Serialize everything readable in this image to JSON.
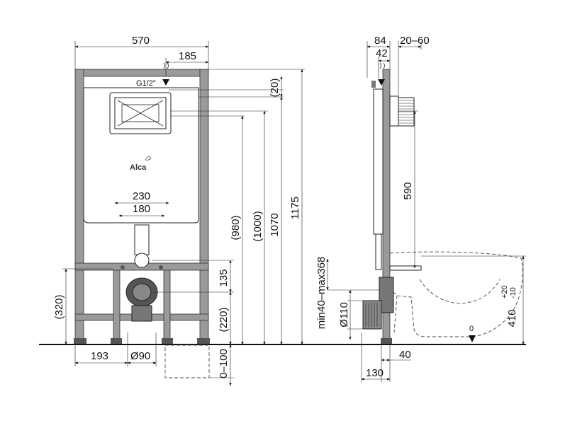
{
  "front_view": {
    "width_570": "570",
    "offset_185": "185",
    "inlet_label": "G1/2\"",
    "dim_20": "(20)",
    "logo_text": "Alca",
    "dim_230": "230",
    "dim_180": "180",
    "dim_980": "(980)",
    "dim_1000": "(1000)",
    "dim_1070": "1070",
    "dim_1175": "1175",
    "dim_135": "135",
    "dim_320": "(320)",
    "dim_220": "(220)",
    "dim_0_100": "0–100",
    "dim_193": "193",
    "dim_90": "Ø90"
  },
  "side_view": {
    "dim_84": "84",
    "dim_20_60": "20–60",
    "dim_42": "42",
    "dim_590": "590",
    "dim_min_max": "min40–max368",
    "dim_110": "Ø110",
    "dim_410": "410",
    "dim_410_tol_plus": "+20",
    "dim_410_tol_minus": "-10",
    "zero_label": "0",
    "dim_40": "40",
    "dim_130": "130"
  }
}
